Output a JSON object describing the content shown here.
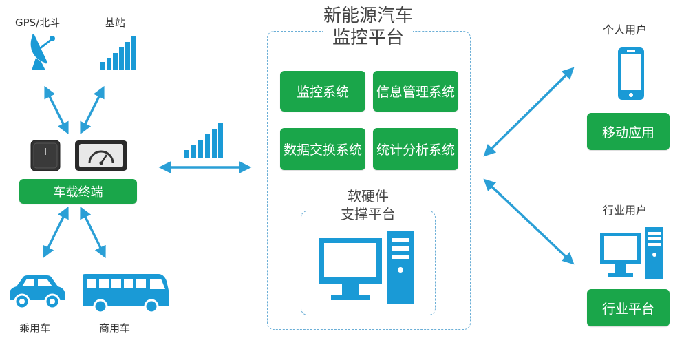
{
  "left": {
    "gps_label": "GPS/北斗",
    "station_label": "基站",
    "terminal_label": "车载终端",
    "car_label": "乘用车",
    "bus_label": "商用车"
  },
  "center": {
    "title_line1": "新能源汽车",
    "title_line2": "监控平台",
    "modules": [
      "监控系统",
      "信息管理系统",
      "数据交换系统",
      "统计分析系统"
    ],
    "support_line1": "软硬件",
    "support_line2": "支撑平台"
  },
  "right": {
    "personal_label": "个人用户",
    "mobile_app": "移动应用",
    "industry_label": "行业用户",
    "industry_platform": "行业平台"
  },
  "colors": {
    "green": "#1aa64a",
    "blue": "#1a9ad6",
    "arrow": "#2a9fd6"
  }
}
